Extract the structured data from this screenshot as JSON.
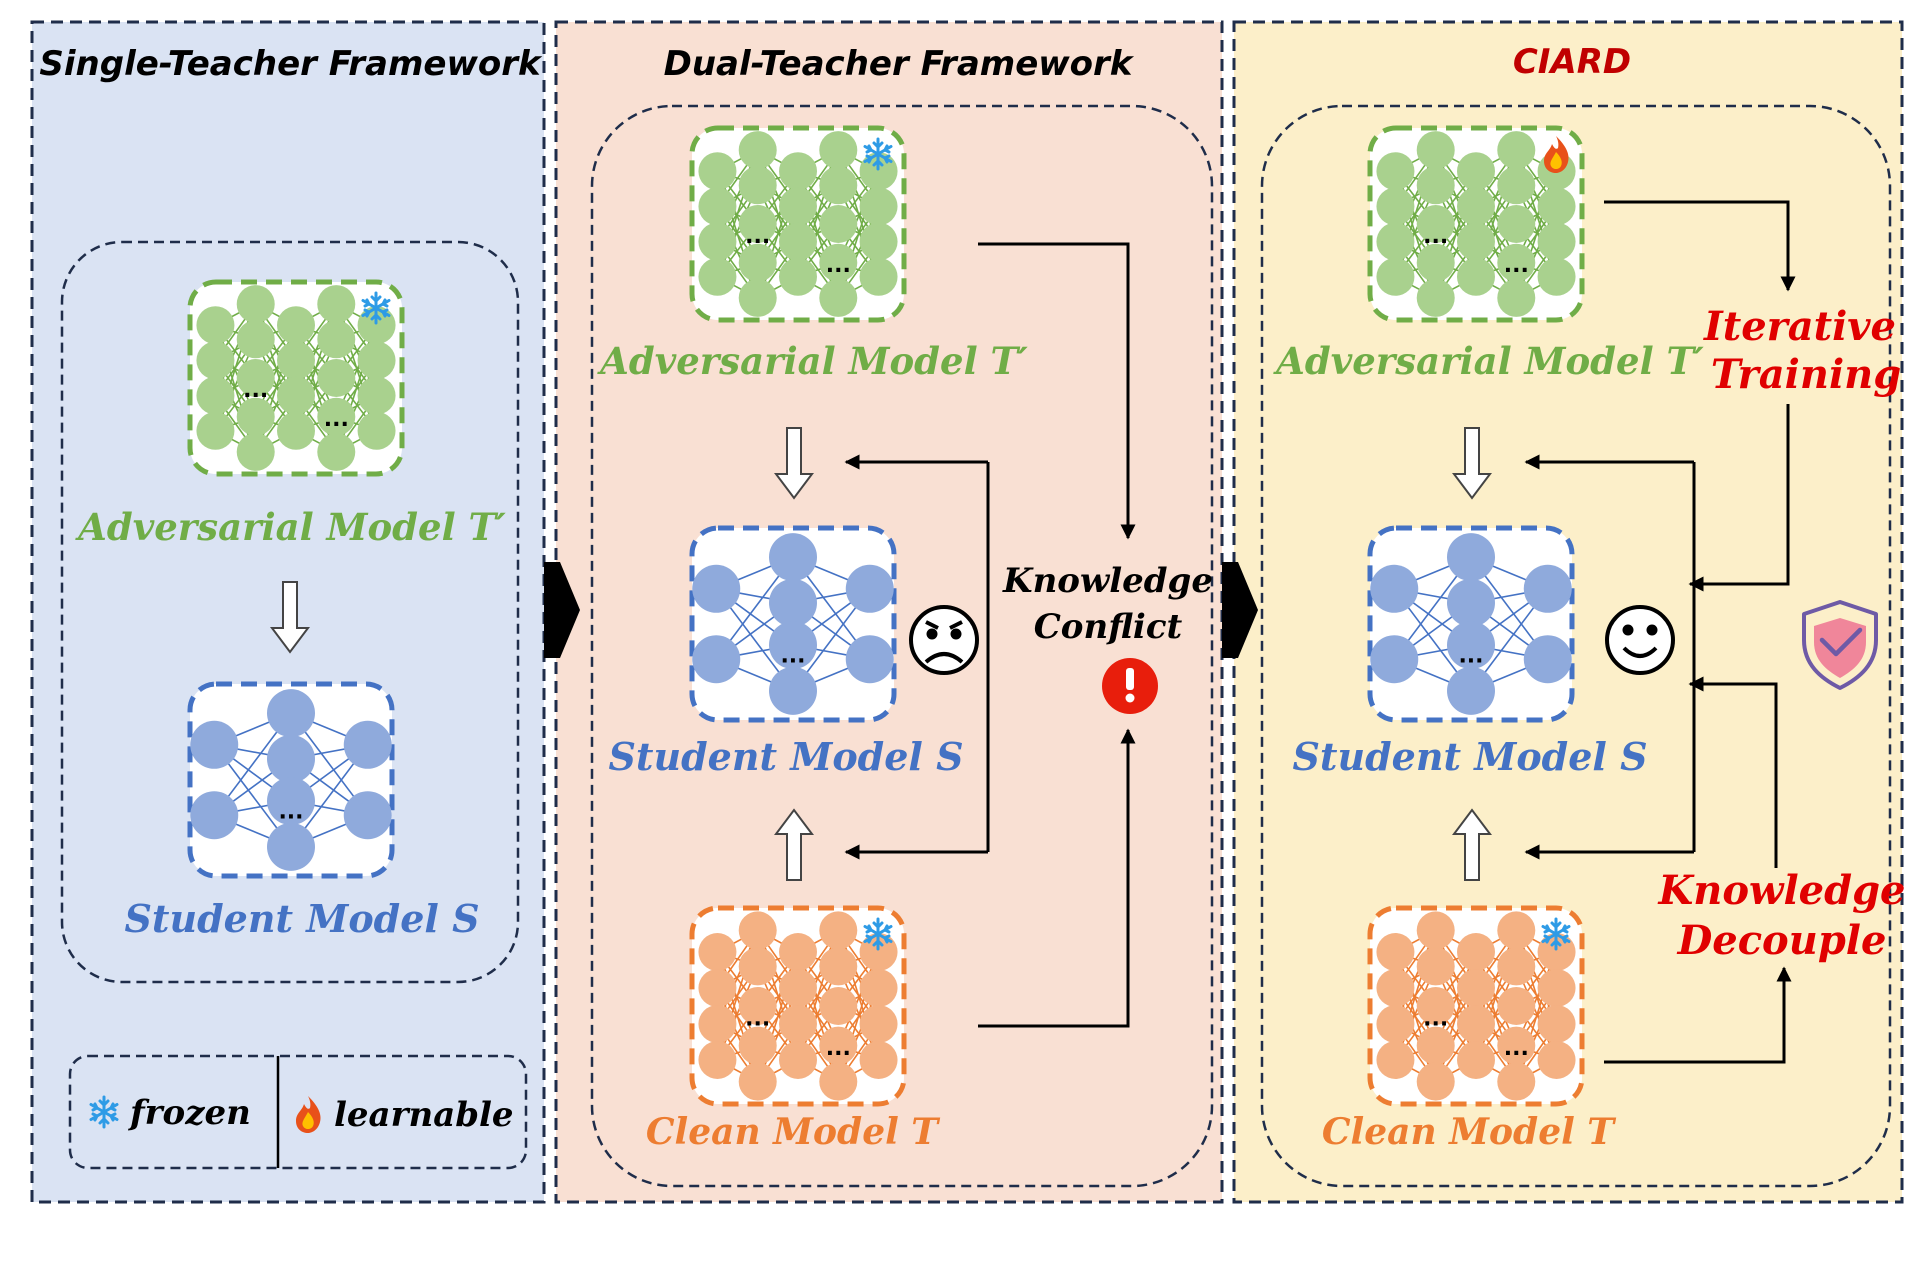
{
  "panels": {
    "single": {
      "title": "Single-Teacher Framework",
      "bg": "#dae3f3"
    },
    "dual": {
      "title": "Dual-Teacher Framework",
      "bg": "#f9e0d3"
    },
    "ciard": {
      "title": "CIARD",
      "bg": "#fcefc9",
      "title_color": "#c00000"
    }
  },
  "labels": {
    "adversarial": "Adversarial Model T′",
    "student": "Student Model S",
    "clean": "Clean Model T"
  },
  "callouts": {
    "conflict_line1": "Knowledge",
    "conflict_line2": "Conflict",
    "iterative_line1": "Iterative",
    "iterative_line2": "Training",
    "decouple_line1": "Knowledge",
    "decouple_line2": "Decouple"
  },
  "legend": {
    "frozen": "frozen",
    "learnable": "learnable"
  },
  "colors": {
    "adversarial": "#70ad47",
    "adversarial_node": "#a9d18e",
    "student": "#4472c4",
    "student_node": "#8faadc",
    "clean": "#ed7d31",
    "clean_node": "#f4b183",
    "callout_red": "#e00000"
  },
  "icons": {
    "frozen": "snowflake-icon",
    "learnable": "flame-icon",
    "sad": "sad-face-icon",
    "happy": "smiley-face-icon",
    "warning": "exclamation-icon",
    "shield": "shield-check-icon"
  }
}
